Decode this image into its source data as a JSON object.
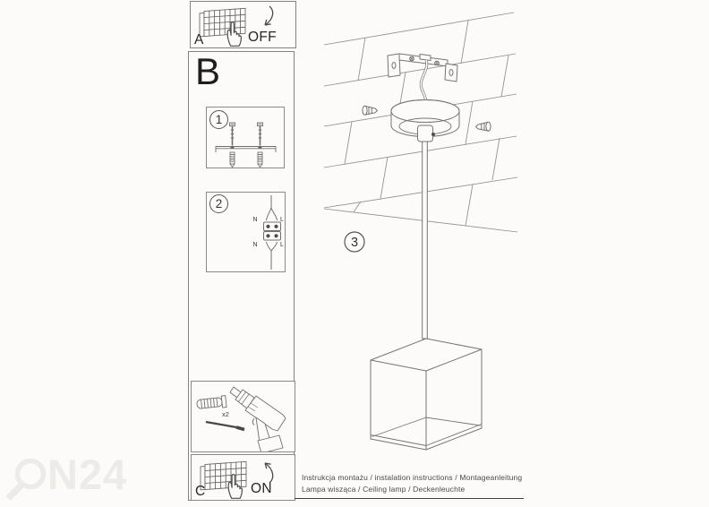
{
  "colors": {
    "background": "#fcfbf9",
    "line": "#757575",
    "pattern_line": "#8a8a8a",
    "border": "#828282",
    "text": "#262626",
    "footer_text": "#4a4a4a",
    "footer_rule": "#3d3d3d",
    "watermark": "#edebe7",
    "terminal_dot": "#4d4d4d"
  },
  "steps": {
    "a": {
      "label": "A",
      "switch_action": "OFF"
    },
    "b": {
      "label": "B"
    },
    "c": {
      "label": "C",
      "switch_action": "ON"
    }
  },
  "callouts": {
    "step1": "1",
    "step2": "2",
    "step3": "3"
  },
  "wiring": {
    "neutral": "N",
    "live": "L"
  },
  "tools": {
    "anchor_quantity": "x2"
  },
  "footer": {
    "line1": "Instrukcja montażu / instalation instructions / Montageanleitung",
    "line2": "Lampa wisząca / Ceiling lamp / Deckenleuchte"
  },
  "watermark": {
    "text": "N24"
  }
}
